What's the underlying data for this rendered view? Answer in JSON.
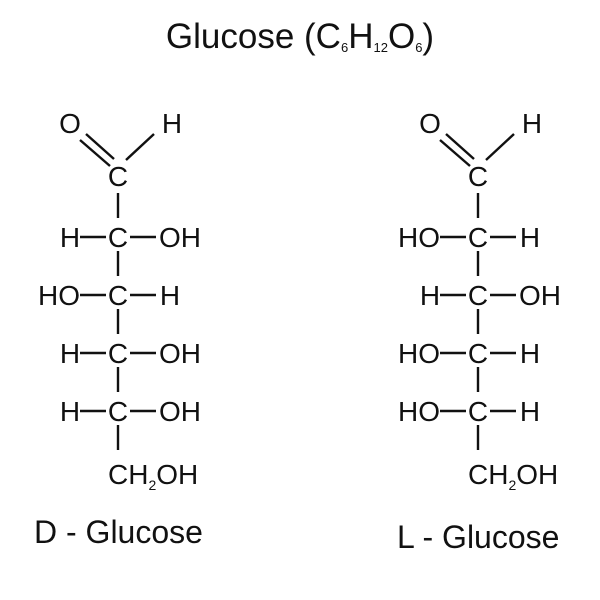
{
  "title": {
    "prefix": "Glucose (C",
    "sub1": "6",
    "h": "H",
    "sub2": "12",
    "o": "O",
    "sub3": "6",
    "suffix": ")"
  },
  "structures": [
    {
      "name": "D - Glucose",
      "aldehyde": {
        "o": "O",
        "h": "H",
        "c": "C"
      },
      "rows": [
        {
          "left": "H",
          "center": "C",
          "right": "OH"
        },
        {
          "left": "HO",
          "center": "C",
          "right": "H"
        },
        {
          "left": "H",
          "center": "C",
          "right": "OH"
        },
        {
          "left": "H",
          "center": "C",
          "right": "OH"
        }
      ],
      "bottom": {
        "c": "C",
        "h": "H",
        "sub": "2",
        "oh": "OH"
      }
    },
    {
      "name": "L - Glucose",
      "aldehyde": {
        "o": "O",
        "h": "H",
        "c": "C"
      },
      "rows": [
        {
          "left": "HO",
          "center": "C",
          "right": "H"
        },
        {
          "left": "H",
          "center": "C",
          "right": "OH"
        },
        {
          "left": "HO",
          "center": "C",
          "right": "H"
        },
        {
          "left": "HO",
          "center": "C",
          "right": "H"
        }
      ],
      "bottom": {
        "c": "C",
        "h": "H",
        "sub": "2",
        "oh": "OH"
      }
    }
  ]
}
